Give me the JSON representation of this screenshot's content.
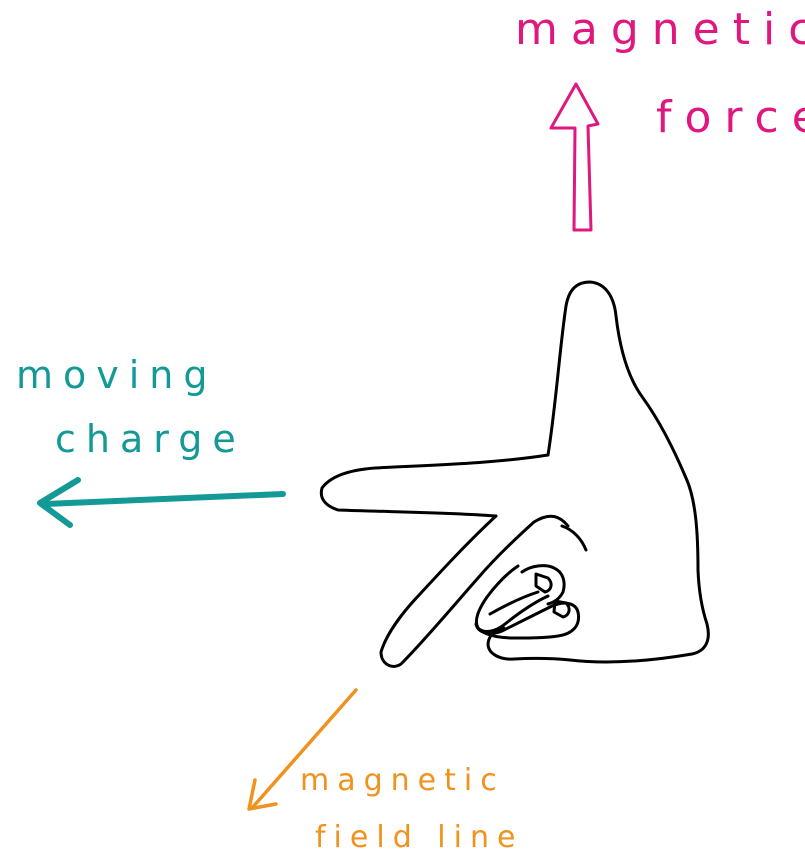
{
  "labels": {
    "force": {
      "line1": "magnetic",
      "line2": "force"
    },
    "charge": {
      "line1": "moving",
      "line2": "charge"
    },
    "field": {
      "line1": "magnetic",
      "line2": "field line"
    }
  },
  "colors": {
    "force": "#e0177f",
    "charge": "#139a96",
    "field": "#f0921e",
    "hand": "#000000"
  }
}
